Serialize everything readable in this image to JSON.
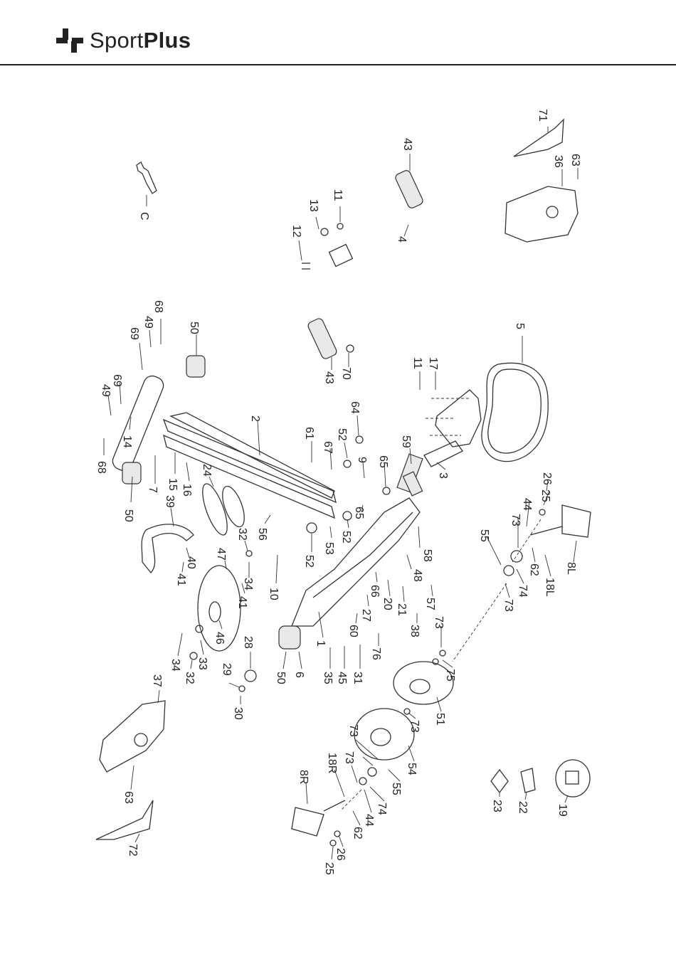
{
  "brand": {
    "name_light": "Sport",
    "name_bold": "Plus"
  },
  "labels": [
    "C",
    "71",
    "36",
    "63",
    "43",
    "4",
    "11",
    "13",
    "12",
    "5",
    "17",
    "11",
    "70",
    "43",
    "64",
    "59",
    "3",
    "68",
    "49",
    "69",
    "50",
    "2",
    "61",
    "52",
    "67",
    "9",
    "65",
    "49",
    "69",
    "14",
    "68",
    "7",
    "15",
    "16",
    "24",
    "39",
    "50",
    "56",
    "53",
    "52",
    "65",
    "52",
    "32",
    "10",
    "34",
    "41",
    "47",
    "40",
    "41",
    "58",
    "48",
    "21",
    "57",
    "20",
    "66",
    "27",
    "60",
    "38",
    "76",
    "1",
    "35",
    "45",
    "31",
    "6",
    "50",
    "46",
    "34",
    "33",
    "32",
    "28",
    "29",
    "30",
    "26",
    "25",
    "44",
    "73",
    "62",
    "18L",
    "8L",
    "55",
    "74",
    "73",
    "73",
    "75",
    "51",
    "73",
    "54",
    "73",
    "55",
    "18R",
    "73",
    "74",
    "8R",
    "44",
    "62",
    "26",
    "25",
    "37",
    "63",
    "72",
    "23",
    "22",
    "19"
  ]
}
